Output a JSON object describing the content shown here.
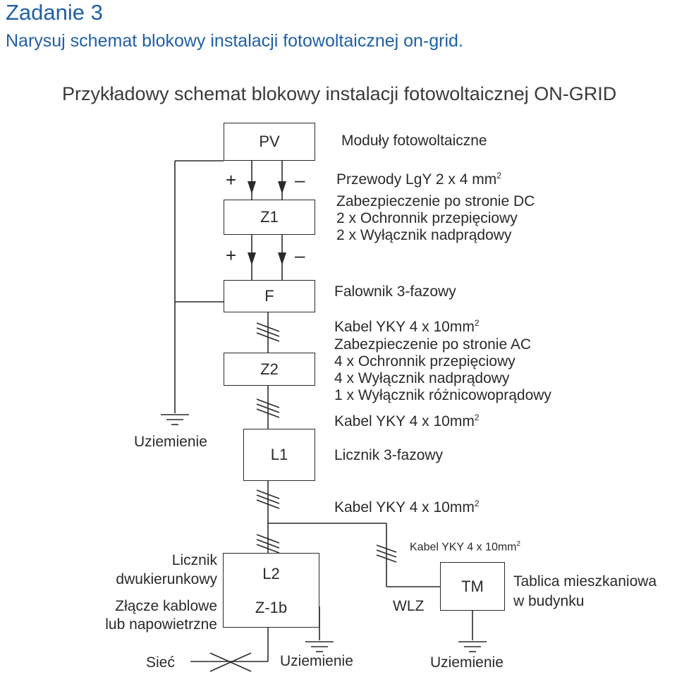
{
  "header": {
    "title": "Zadanie 3",
    "subtitle": "Narysuj schemat blokowy instalacji fotowoltaicznej on-grid.",
    "diagram_title": "Przykładowy schemat blokowy instalacji fotowoltaicznej ON-GRID"
  },
  "blocks": {
    "pv": "PV",
    "z1": "Z1",
    "f": "F",
    "z2": "Z2",
    "l1": "L1",
    "l2": "L2",
    "z1b": "Z-1b",
    "tm": "TM"
  },
  "signs": {
    "plus": "+",
    "minus": "–"
  },
  "annotations": {
    "pv_desc": "Moduły fotowoltaiczne",
    "dc_cable": "Przewody LgY 2 x 4 mm",
    "dc_cable_sup": "2",
    "dc_protection_1": "Zabezpieczenie po stronie DC",
    "dc_protection_2": "2 x Ochronnik przepięciowy",
    "dc_protection_3": "2 x Wyłącznik nadprądowy",
    "inverter": "Falownik 3-fazowy",
    "ac_cable_1": "Kabel YKY 4 x 10mm",
    "ac_cable_1_sup": "2",
    "ac_protection_1": "Zabezpieczenie po stronie AC",
    "ac_protection_2": "4 x Ochronnik przepięciowy",
    "ac_protection_3": "4 x Wyłącznik nadprądowy",
    "ac_protection_4": "1 x Wyłącznik różnicowoprądowy",
    "ac_cable_2": "Kabel YKY 4 x 10mm",
    "ac_cable_2_sup": "2",
    "meter": "Licznik 3-fazowy",
    "ac_cable_3": "Kabel YKY 4 x 10mm",
    "ac_cable_3_sup": "2",
    "ac_cable_4": "Kabel YKY 4 x 10mm",
    "ac_cable_4_sup": "2",
    "grounding_left": "Uziemienie",
    "bidir_meter_1": "Licznik",
    "bidir_meter_2": "dwukierunkowy",
    "junction_1": "Złącze kablowe",
    "junction_2": "lub napowietrzne",
    "grid": "Sieć",
    "grounding_mid": "Uziemienie",
    "wlz": "WLZ",
    "grounding_right": "Uziemienie",
    "board_1": "Tablica mieszkaniowa",
    "board_2": "w budynku"
  }
}
